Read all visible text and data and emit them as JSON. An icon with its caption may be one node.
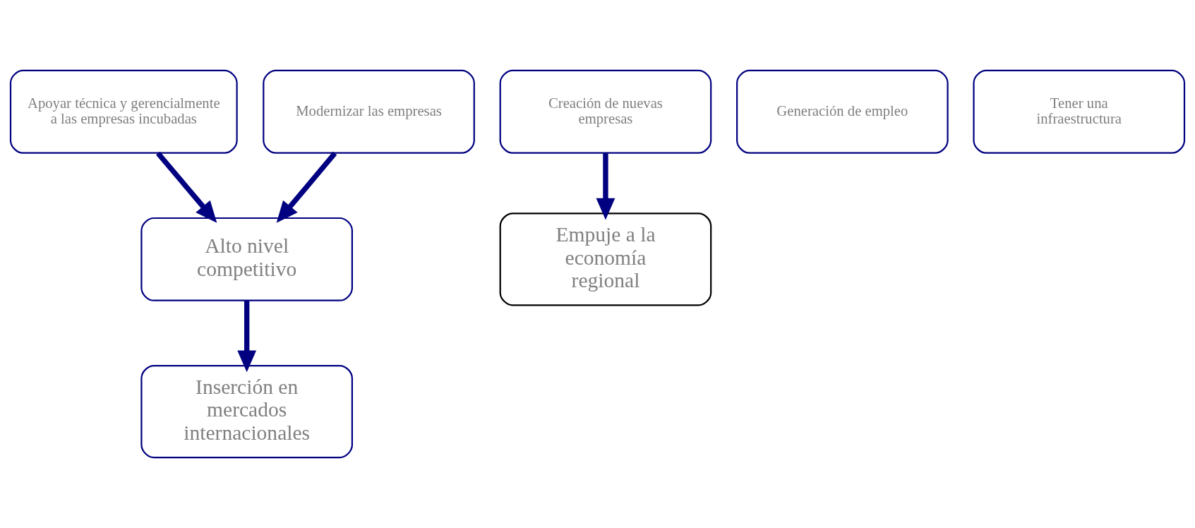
{
  "diagram": {
    "nodes": [
      {
        "text": [
          "Apoyar técnica y gerencialmente a las empresas incubadas"
        ]
      },
      {
        "text": [
          "Modernizar las empresas"
        ]
      },
      {
        "text": [
          "Creación de nuevas empresas"
        ]
      },
      {
        "text": [
          "Generación de empleo"
        ]
      },
      {
        "text": [
          "Tener una infraestructura"
        ]
      },
      {
        "text": [
          "Alto nivel competitivo"
        ]
      },
      {
        "text": [
          "Empuje a la economía regional"
        ]
      },
      {
        "text": [
          "Inserción en mercados internacionales"
        ]
      }
    ],
    "edges": [
      {
        "from": 0,
        "to": 5,
        "arrow": "to"
      },
      {
        "from": 1,
        "to": 5,
        "arrow": "to"
      },
      {
        "from": 2,
        "to": 6,
        "arrow": "to"
      },
      {
        "from": 5,
        "to": 7,
        "arrow": "to"
      }
    ]
  }
}
